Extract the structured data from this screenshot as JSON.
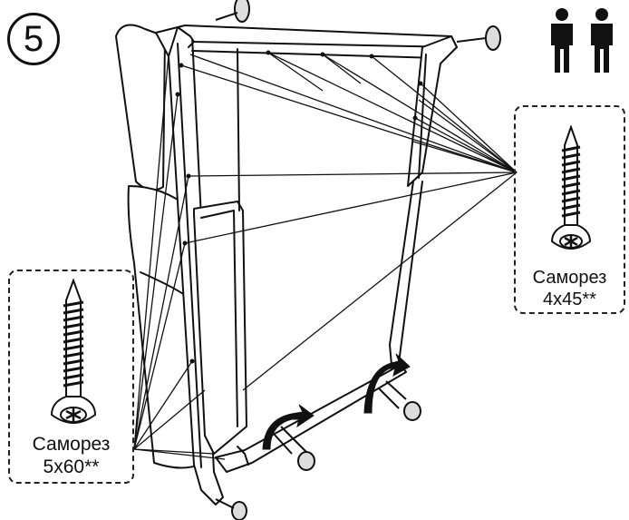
{
  "step": {
    "number": "5"
  },
  "screws": [
    {
      "name": "Саморез",
      "size": "5x60**"
    },
    {
      "name": "Саморез",
      "size": "4x45**"
    }
  ],
  "people_icon": {
    "count": 2,
    "icon": "two-people-icon"
  },
  "colors": {
    "line": "#111111",
    "background": "#ffffff"
  }
}
